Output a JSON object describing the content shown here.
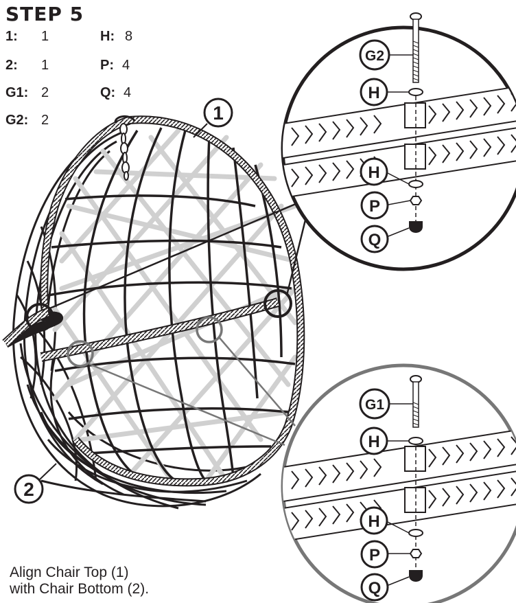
{
  "step": {
    "title": "STEP 5"
  },
  "parts": [
    {
      "code": "1:",
      "qty": "1"
    },
    {
      "code": "H:",
      "qty": "8"
    },
    {
      "code": "2:",
      "qty": "1"
    },
    {
      "code": "P:",
      "qty": "4"
    },
    {
      "code": "G1:",
      "qty": "2"
    },
    {
      "code": "Q:",
      "qty": "4"
    },
    {
      "code": "G2:",
      "qty": "2"
    }
  ],
  "callouts": {
    "chair_top": "1",
    "chair_bottom": "2",
    "detail_top": {
      "bolt": "G2",
      "washer_upper": "H",
      "washer_lower": "H",
      "nut": "P",
      "cap_nut": "Q"
    },
    "detail_bottom": {
      "bolt": "G1",
      "washer_upper": "H",
      "washer_lower": "H",
      "nut": "P",
      "cap_nut": "Q"
    }
  },
  "instruction": {
    "line1": "Align Chair Top (1)",
    "line2": "with Chair Bottom (2)."
  },
  "colors": {
    "ink": "#231f20",
    "wicker_light": "#d6d6d6",
    "zoom_gray": "#777777"
  }
}
